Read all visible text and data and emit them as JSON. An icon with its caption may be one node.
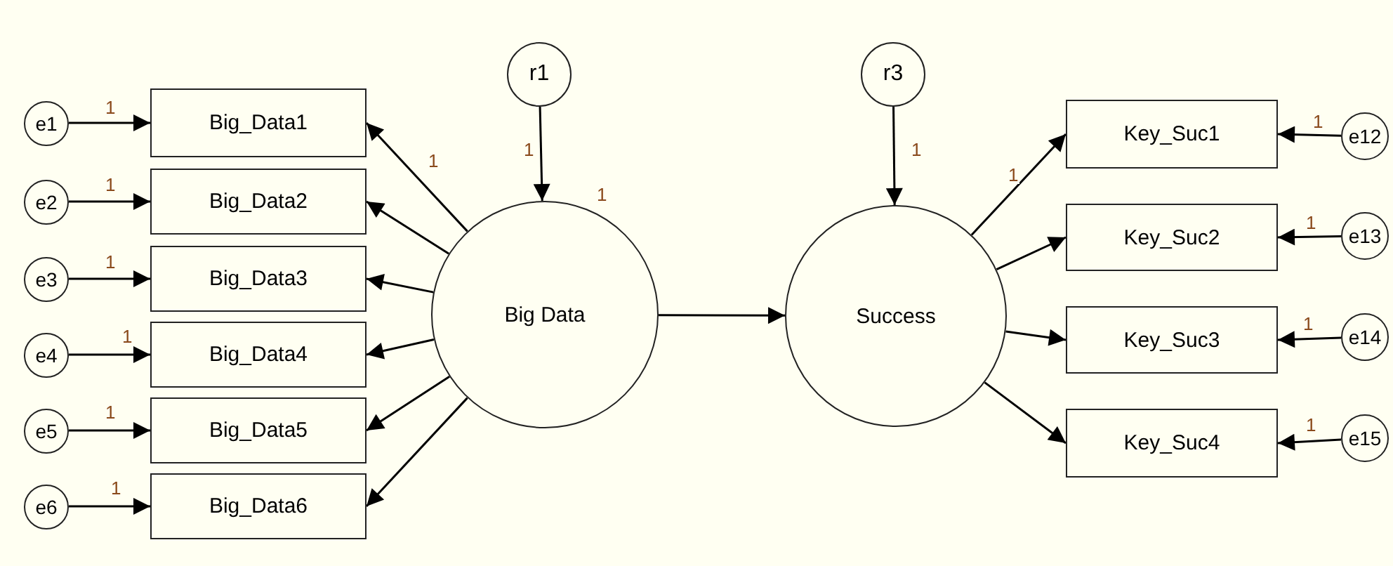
{
  "diagram": {
    "nodes": [
      {
        "text": [
          "r1"
        ]
      },
      {
        "text": [
          "r3"
        ]
      },
      {
        "text": [
          "e1"
        ]
      },
      {
        "text": [
          "e2"
        ]
      },
      {
        "text": [
          "e3"
        ]
      },
      {
        "text": [
          "e4"
        ]
      },
      {
        "text": [
          "e5"
        ]
      },
      {
        "text": [
          "e6"
        ]
      },
      {
        "text": [
          "Big_Data1"
        ]
      },
      {
        "text": [
          "Big_Data2"
        ]
      },
      {
        "text": [
          "Big_Data3"
        ]
      },
      {
        "text": [
          "Big_Data4"
        ]
      },
      {
        "text": [
          "Big_Data5"
        ]
      },
      {
        "text": [
          "Big_Data6"
        ]
      },
      {
        "text": [
          "Big Data"
        ],
        "beside": [
          "1"
        ]
      },
      {
        "text": [
          "Success"
        ]
      },
      {
        "text": [
          "Key_Suc1"
        ]
      },
      {
        "text": [
          "Key_Suc2"
        ]
      },
      {
        "text": [
          "Key_Suc3"
        ]
      },
      {
        "text": [
          "Key_Suc4"
        ]
      },
      {
        "text": [
          "e12"
        ]
      },
      {
        "text": [
          "e13"
        ]
      },
      {
        "text": [
          "e14"
        ]
      },
      {
        "text": [
          "e15"
        ]
      }
    ],
    "edges": [
      {
        "from": 2,
        "to": 8,
        "arrow": "to",
        "label": "1"
      },
      {
        "from": 3,
        "to": 9,
        "arrow": "to",
        "label": "1"
      },
      {
        "from": 4,
        "to": 10,
        "arrow": "to",
        "label": "1"
      },
      {
        "from": 5,
        "to": 11,
        "arrow": "to",
        "label": "1"
      },
      {
        "from": 6,
        "to": 12,
        "arrow": "to",
        "label": "1"
      },
      {
        "from": 7,
        "to": 13,
        "arrow": "to",
        "label": "1"
      },
      {
        "from": 14,
        "to": 8,
        "arrow": "to",
        "label": "1"
      },
      {
        "from": 14,
        "to": 9,
        "arrow": "to"
      },
      {
        "from": 14,
        "to": 10,
        "arrow": "to"
      },
      {
        "from": 14,
        "to": 11,
        "arrow": "to"
      },
      {
        "from": 14,
        "to": 12,
        "arrow": "to"
      },
      {
        "from": 14,
        "to": 13,
        "arrow": "to"
      },
      {
        "from": 0,
        "to": 14,
        "arrow": "to",
        "label": "1"
      },
      {
        "from": 14,
        "to": 15,
        "arrow": "to"
      },
      {
        "from": 1,
        "to": 15,
        "arrow": "to",
        "label": "1"
      },
      {
        "from": 15,
        "to": 16,
        "arrow": "to",
        "label": "1"
      },
      {
        "from": 15,
        "to": 17,
        "arrow": "to"
      },
      {
        "from": 15,
        "to": 18,
        "arrow": "to"
      },
      {
        "from": 15,
        "to": 19,
        "arrow": "to"
      },
      {
        "from": 20,
        "to": 16,
        "arrow": "to",
        "label": "1"
      },
      {
        "from": 21,
        "to": 17,
        "arrow": "to",
        "label": "1"
      },
      {
        "from": 22,
        "to": 18,
        "arrow": "to",
        "label": "1"
      },
      {
        "from": 23,
        "to": 19,
        "arrow": "to",
        "label": "1"
      }
    ]
  }
}
